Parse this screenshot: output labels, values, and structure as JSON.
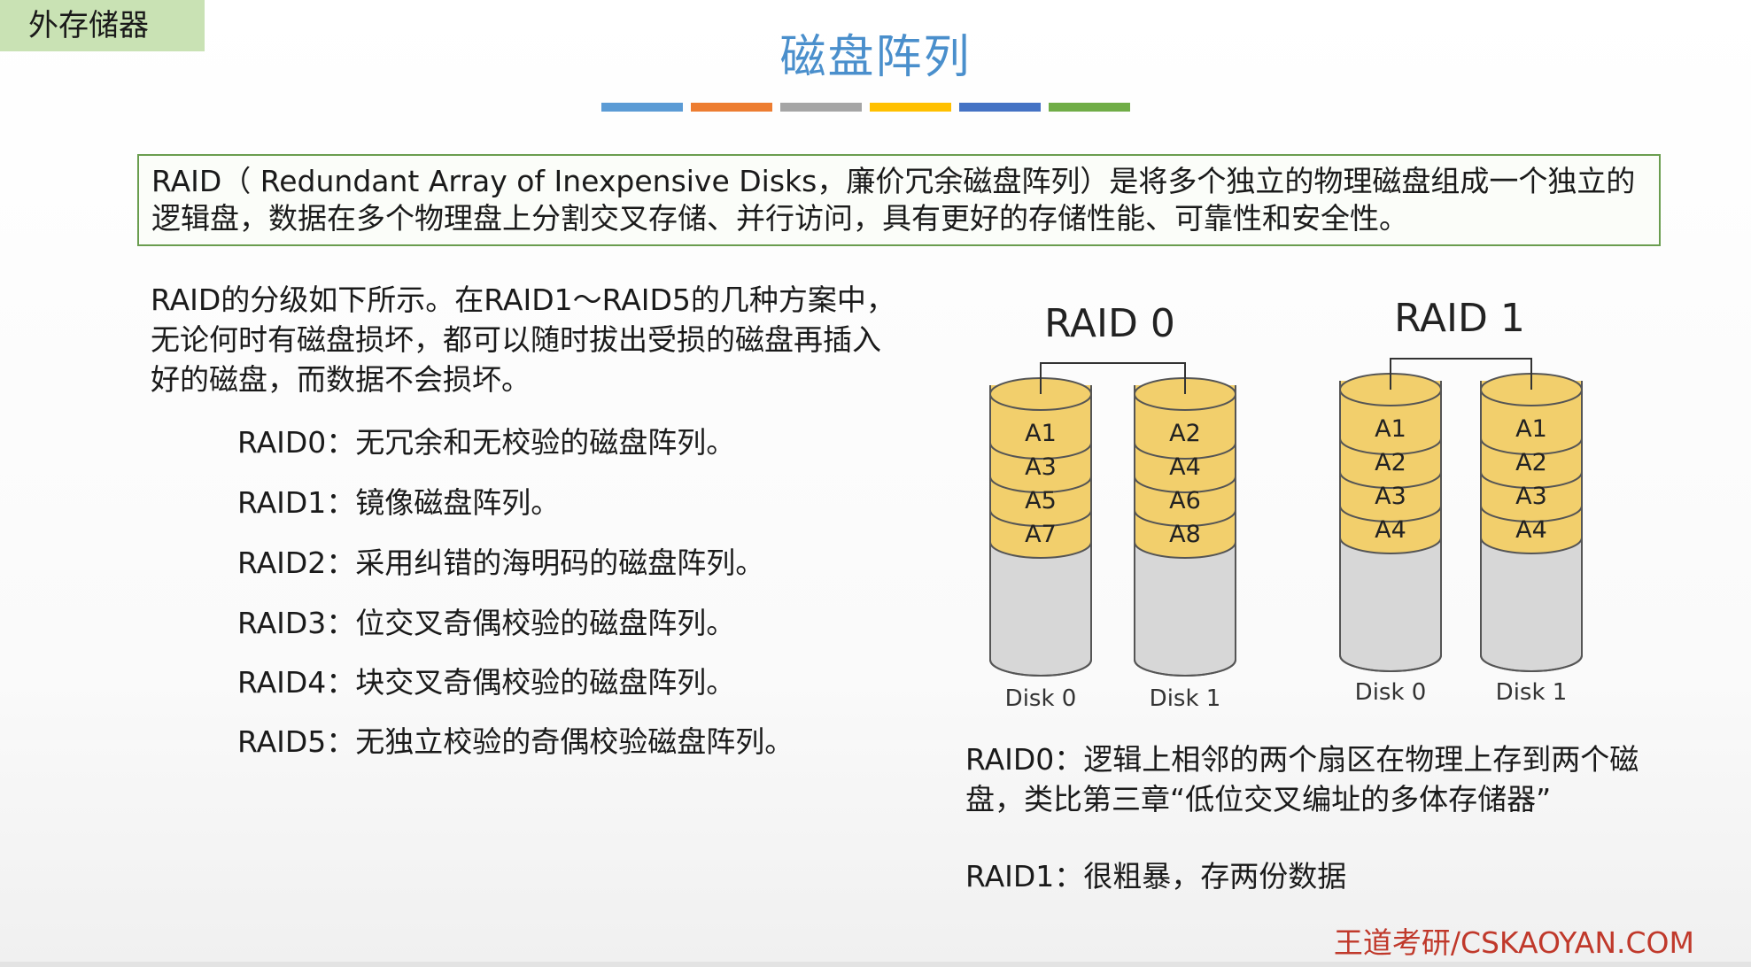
{
  "section_tag": "外存储器",
  "title": "磁盘阵列",
  "decor_colors": [
    "#5b9bd5",
    "#ed7d31",
    "#a5a5a5",
    "#ffc000",
    "#4472c4",
    "#70ad47"
  ],
  "intro": "RAID（ Redundant Array of Inexpensive Disks，廉价冗余磁盘阵列）是将多个独立的物理磁盘组成一个独立的逻辑盘，数据在多个物理盘上分割交叉存储、并行访问，具有更好的存储性能、可靠性和安全性。",
  "levels_intro": "RAID的分级如下所示。在RAID1～RAID5的几种方案中，无论何时有磁盘损坏，都可以随时拔出受损的磁盘再插入好的磁盘，而数据不会损坏。",
  "levels": [
    "RAID0：无冗余和无校验的磁盘阵列。",
    "RAID1：镜像磁盘阵列。",
    "RAID2：采用纠错的海明码的磁盘阵列。",
    "RAID3：位交叉奇偶校验的磁盘阵列。",
    "RAID4：块交叉奇偶校验的磁盘阵列。",
    "RAID5：无独立校验的奇偶校验磁盘阵列。"
  ],
  "diagram": {
    "raid0": {
      "label": "RAID 0",
      "disks": [
        {
          "name": "Disk 0",
          "blocks": [
            "A1",
            "A3",
            "A5",
            "A7"
          ]
        },
        {
          "name": "Disk 1",
          "blocks": [
            "A2",
            "A4",
            "A6",
            "A8"
          ]
        }
      ]
    },
    "raid1": {
      "label": "RAID 1",
      "disks": [
        {
          "name": "Disk 0",
          "blocks": [
            "A1",
            "A2",
            "A3",
            "A4"
          ]
        },
        {
          "name": "Disk 1",
          "blocks": [
            "A1",
            "A2",
            "A3",
            "A4"
          ]
        }
      ]
    }
  },
  "notes": {
    "raid0": "RAID0：逻辑上相邻的两个扇区在物理上存到两个磁盘，类比第三章“低位交叉编址的多体存储器”",
    "raid1": "RAID1：很粗暴，存两份数据"
  },
  "footer": "王道考研/CSKAOYAN.COM"
}
